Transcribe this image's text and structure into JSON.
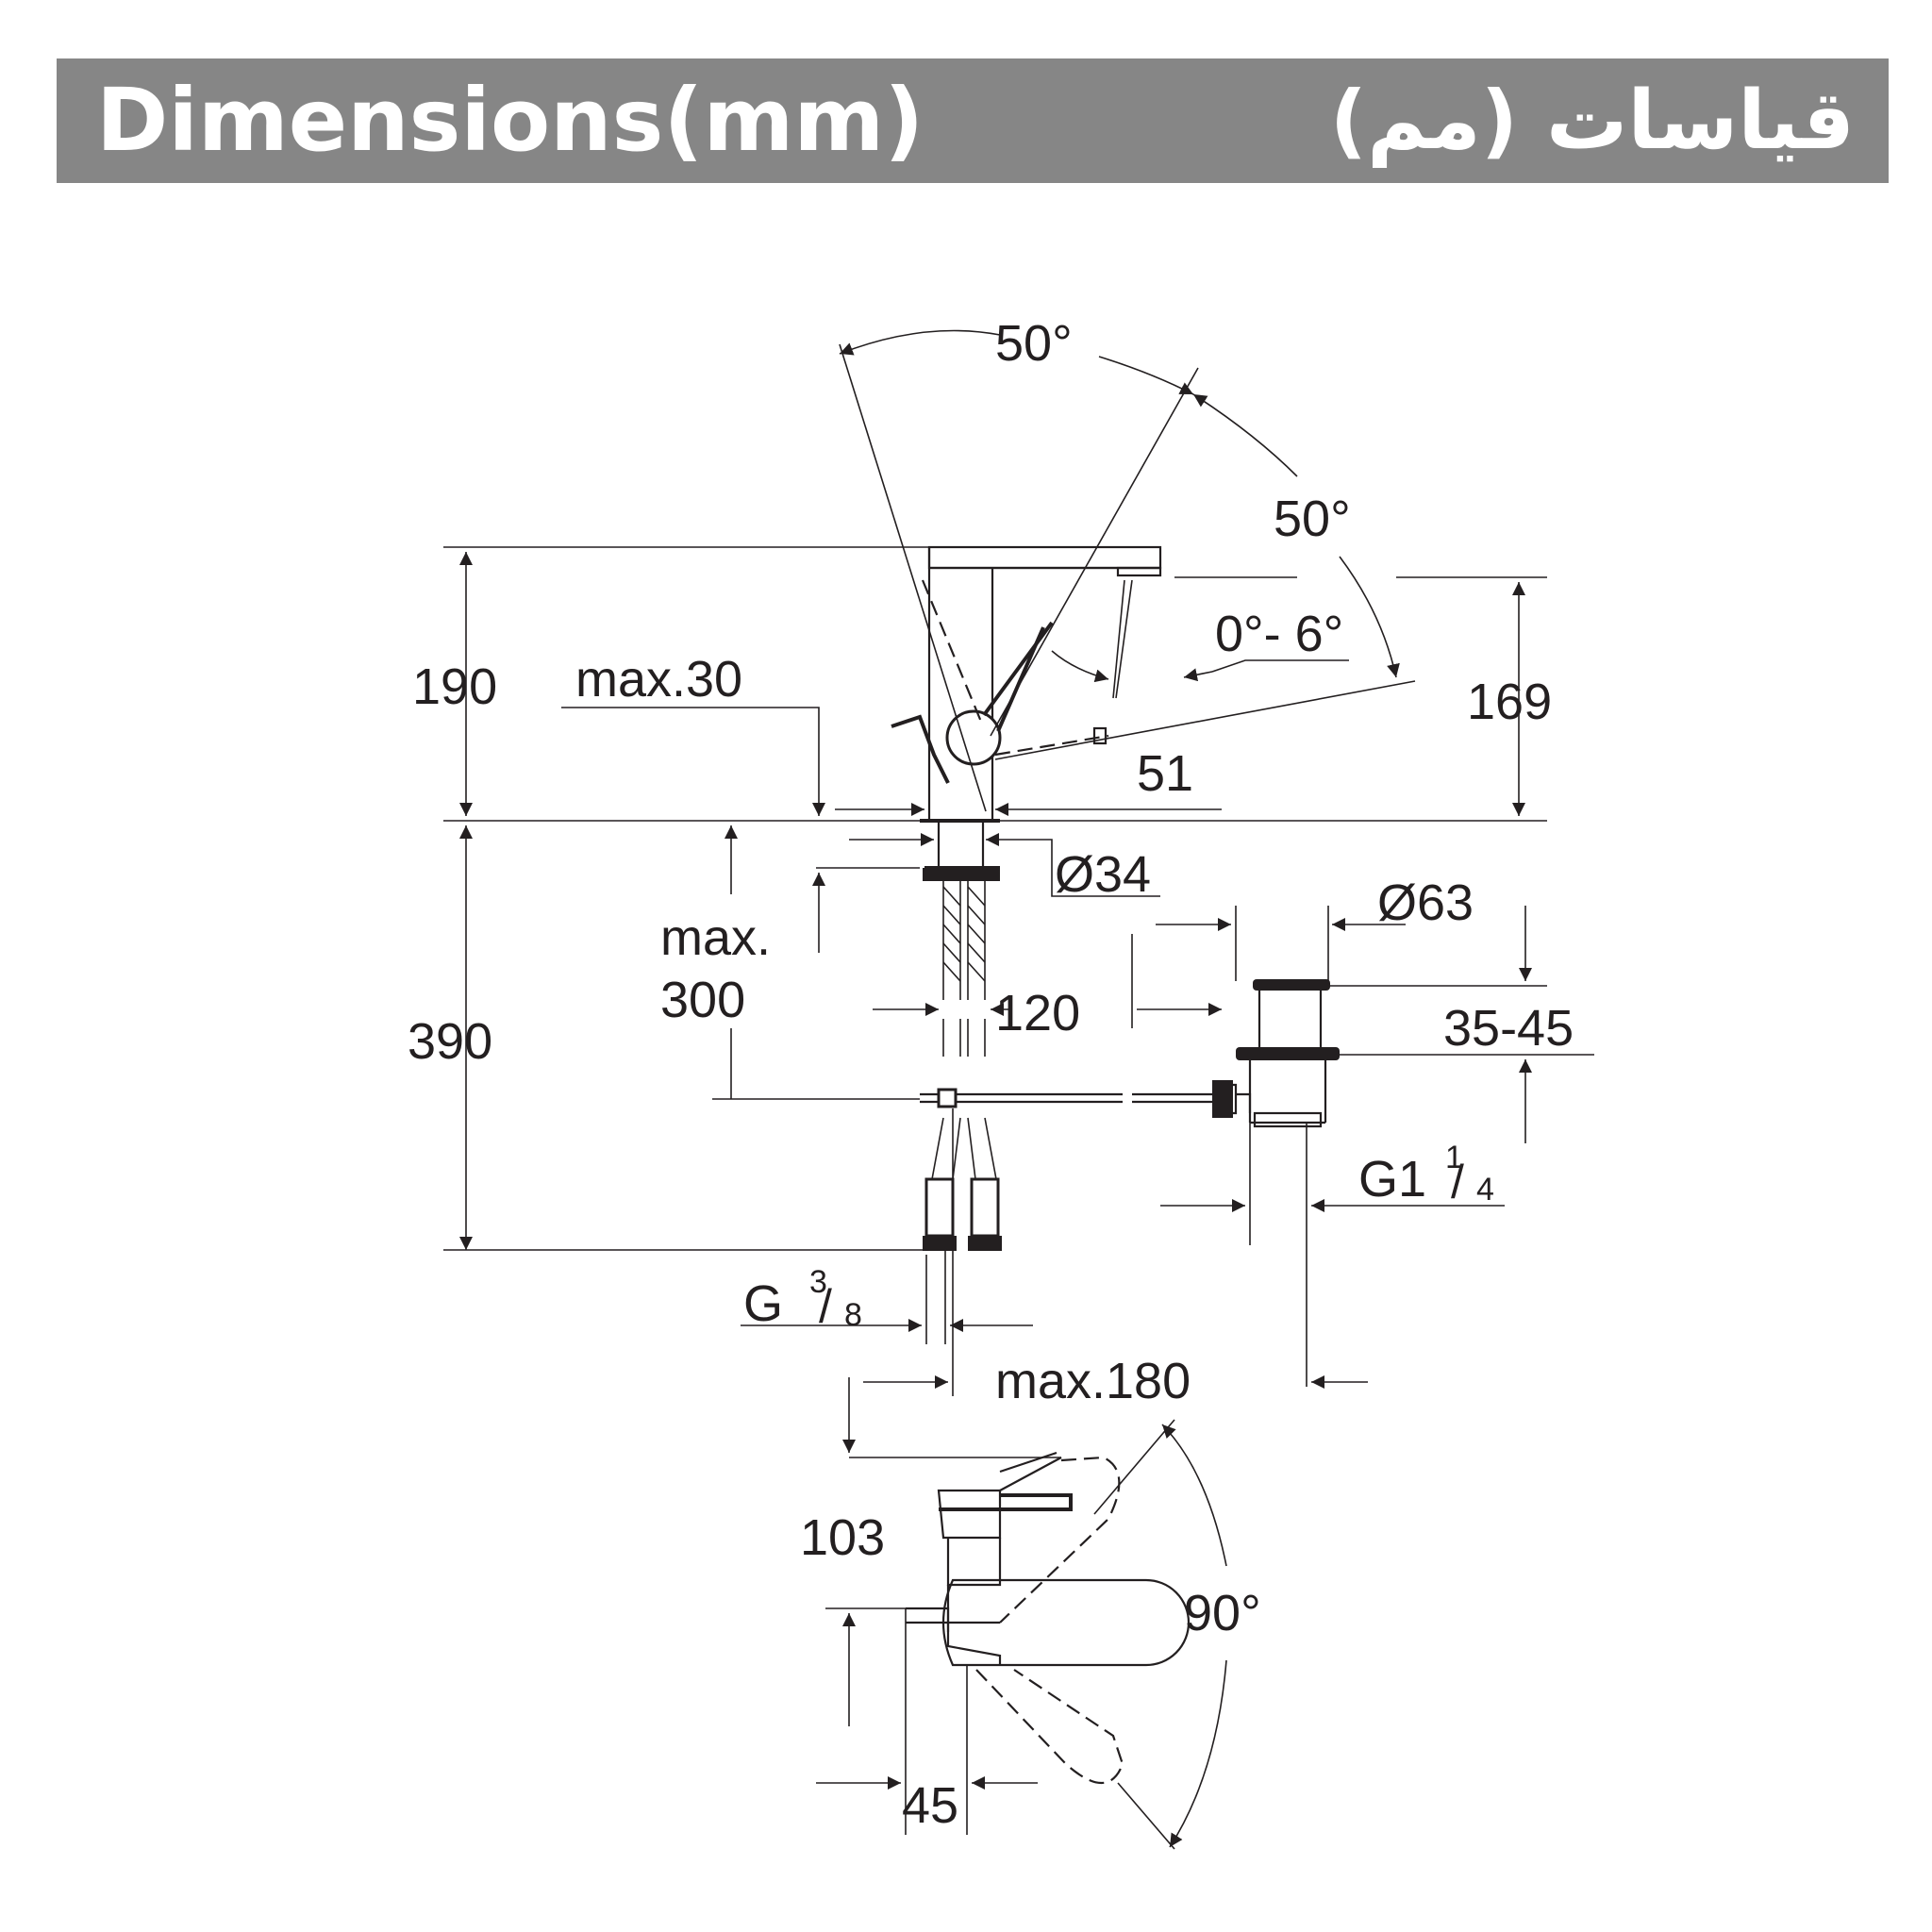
{
  "header": {
    "title_en": "Dimensions(mm)",
    "title_ar": "قياسات (مم)",
    "background_color": "#868686",
    "text_color": "#ffffff"
  },
  "labels": {
    "angle_top": "50°",
    "angle_right": "50°",
    "tilt": "0°- 6°",
    "height_190": "190",
    "max30": "max.30",
    "spout_169": "169",
    "spout_51": "51",
    "dia34": "Ø34",
    "dia63": "Ø63",
    "max_label": "max.",
    "max_300": "300",
    "dim_120": "120",
    "dim_390": "390",
    "waste_range": "35-45",
    "g1": "G1",
    "g1_num": "1",
    "g1_den": "4",
    "g38": "G",
    "g38_num": "3",
    "g38_den": "8",
    "max180": "max.180",
    "dim_103": "103",
    "angle_90": "90°",
    "dim_45": "45"
  }
}
